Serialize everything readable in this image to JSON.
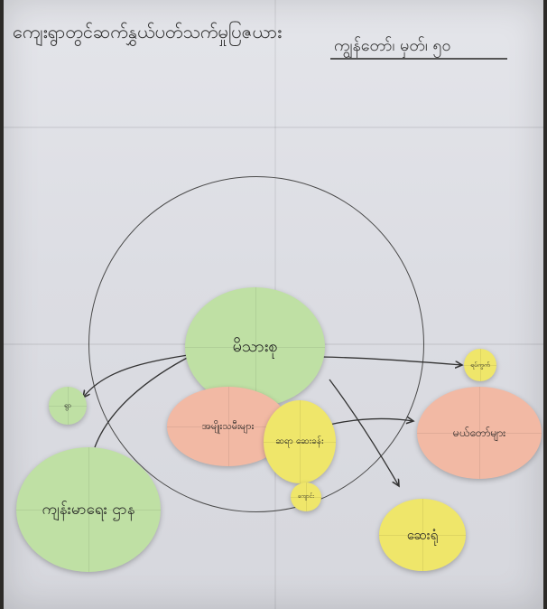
{
  "image": {
    "header_left": "ကျေးရွာတွင်ဆက်နွှယ်ပတ်သက်မှုပြဇယား",
    "header_right": "ကျွန်တော်၊ မှတ်၊ ၅၀",
    "discs": {
      "center_green": "မိသားစု",
      "pink_left": "အမျိုးသမီးများ",
      "yellow_center": "ဆရာ ဆေးခန်း",
      "yellow_small_top_right": "ရပ်ကွက်",
      "pink_right": "မယ်တော်များ",
      "green_small_left": "ရွာ",
      "green_bottom_left": "ကျန်းမာရေး ဌာန",
      "yellow_bottom_right": "ဆေးရုံ",
      "yellow_tiny": "ကျောင်း"
    },
    "colors": {
      "paper": "#dcdde3",
      "green": "#bfe0a4",
      "pink": "#f2b9a4",
      "yellow": "#efe66a"
    }
  }
}
